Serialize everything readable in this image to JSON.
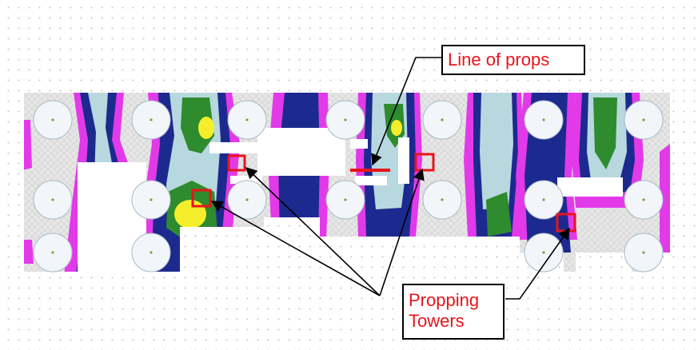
{
  "labels": {
    "line_of_props": "Line of props",
    "propping_towers_line1": "Propping",
    "propping_towers_line2": "Towers"
  },
  "colors": {
    "mesh_grey": "#e3e3e3",
    "navy": "#1c2a8f",
    "magenta": "#e23ae8",
    "light_blue": "#b8d8df",
    "green": "#2e8b2e",
    "yellow": "#f4ef2a",
    "marker_red": "#e8141b",
    "column_fill": "#f2f6fa"
  },
  "legend": null
}
